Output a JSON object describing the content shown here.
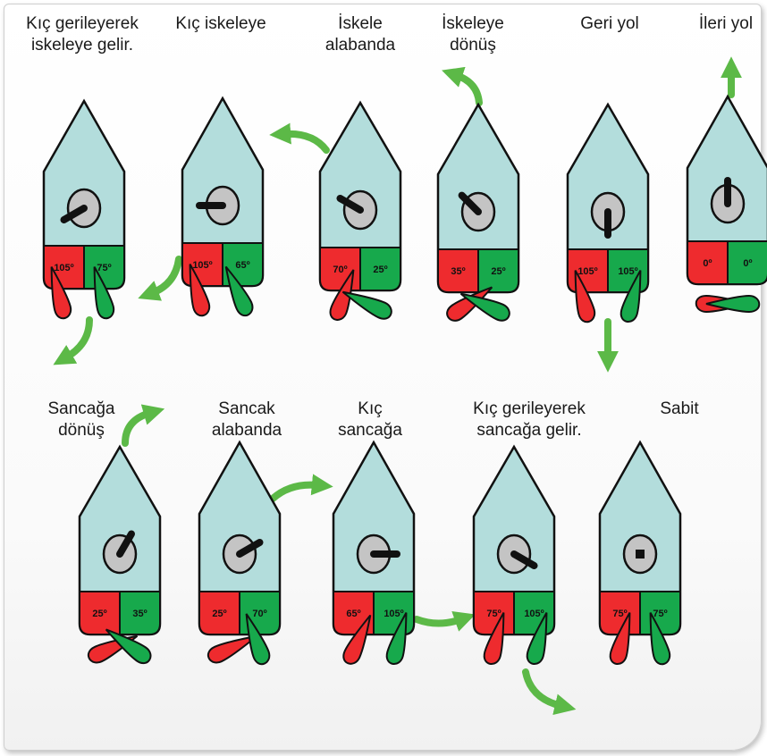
{
  "colors": {
    "hull_fill": "#b3dddc",
    "red": "#ee2b2e",
    "green": "#17a94c",
    "arrow_green": "#5cb947",
    "wheel": "#c4c4c4"
  },
  "maneuvers": [
    {
      "label_lines": [
        "Kıç gerileyerek",
        "iskeleye gelir."
      ],
      "left_angle": "105º",
      "right_angle": "75º",
      "dial_icon": "stick-down-left",
      "arrow_icons": [
        "arrow-down-left-icon"
      ]
    },
    {
      "label_lines": [
        "Kıç iskeleye"
      ],
      "left_angle": "105º",
      "right_angle": "65º",
      "dial_icon": "stick-left",
      "arrow_icons": [
        "arrow-down-left-icon"
      ]
    },
    {
      "label_lines": [
        "İskele",
        "alabanda"
      ],
      "left_angle": "70º",
      "right_angle": "25º",
      "dial_icon": "stick-up-left",
      "arrow_icons": [
        "arrow-up-left-icon"
      ]
    },
    {
      "label_lines": [
        "İskeleye",
        "dönüş"
      ],
      "left_angle": "35º",
      "right_angle": "25º",
      "dial_icon": "stick-up-left",
      "arrow_icons": [
        "arrow-up-left-icon"
      ]
    },
    {
      "label_lines": [
        "Geri yol"
      ],
      "left_angle": "105º",
      "right_angle": "105º",
      "dial_icon": "stick-down",
      "arrow_icons": [
        "arrow-down-icon"
      ]
    },
    {
      "label_lines": [
        "İleri yol"
      ],
      "left_angle": "0º",
      "right_angle": "0º",
      "dial_icon": "stick-up",
      "arrow_icons": [
        "arrow-up-icon"
      ]
    },
    {
      "label_lines": [
        "Sancağa",
        "dönüş"
      ],
      "left_angle": "25º",
      "right_angle": "35º",
      "dial_icon": "stick-up-right",
      "arrow_icons": [
        "arrow-up-right-icon"
      ]
    },
    {
      "label_lines": [
        "Sancak",
        "alabanda"
      ],
      "left_angle": "25º",
      "right_angle": "70º",
      "dial_icon": "stick-up-right",
      "arrow_icons": [
        "arrow-up-right-icon"
      ]
    },
    {
      "label_lines": [
        "Kıç",
        "sancağa"
      ],
      "left_angle": "65º",
      "right_angle": "105º",
      "dial_icon": "stick-right",
      "arrow_icons": [
        "arrow-right-icon"
      ]
    },
    {
      "label_lines": [
        "Kıç gerileyerek",
        "sancağa gelir."
      ],
      "left_angle": "75º",
      "right_angle": "105º",
      "dial_icon": "stick-down-right",
      "arrow_icons": [
        "arrow-right-icon",
        "arrow-down-right-icon"
      ]
    },
    {
      "label_lines": [
        "Sabit"
      ],
      "left_angle": "75º",
      "right_angle": "75º",
      "dial_icon": "square-dot",
      "arrow_icons": []
    }
  ]
}
